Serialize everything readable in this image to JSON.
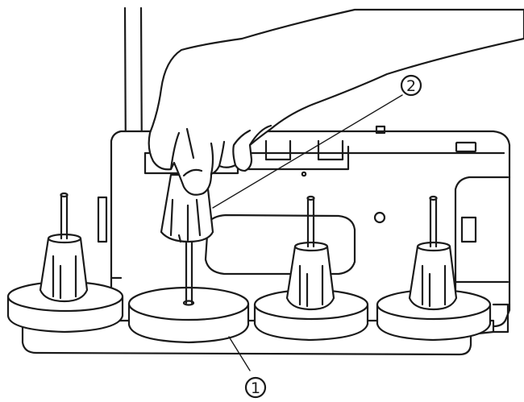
{
  "callouts": [
    {
      "id": "1",
      "label": "①"
    },
    {
      "id": "2",
      "label": "②"
    }
  ]
}
